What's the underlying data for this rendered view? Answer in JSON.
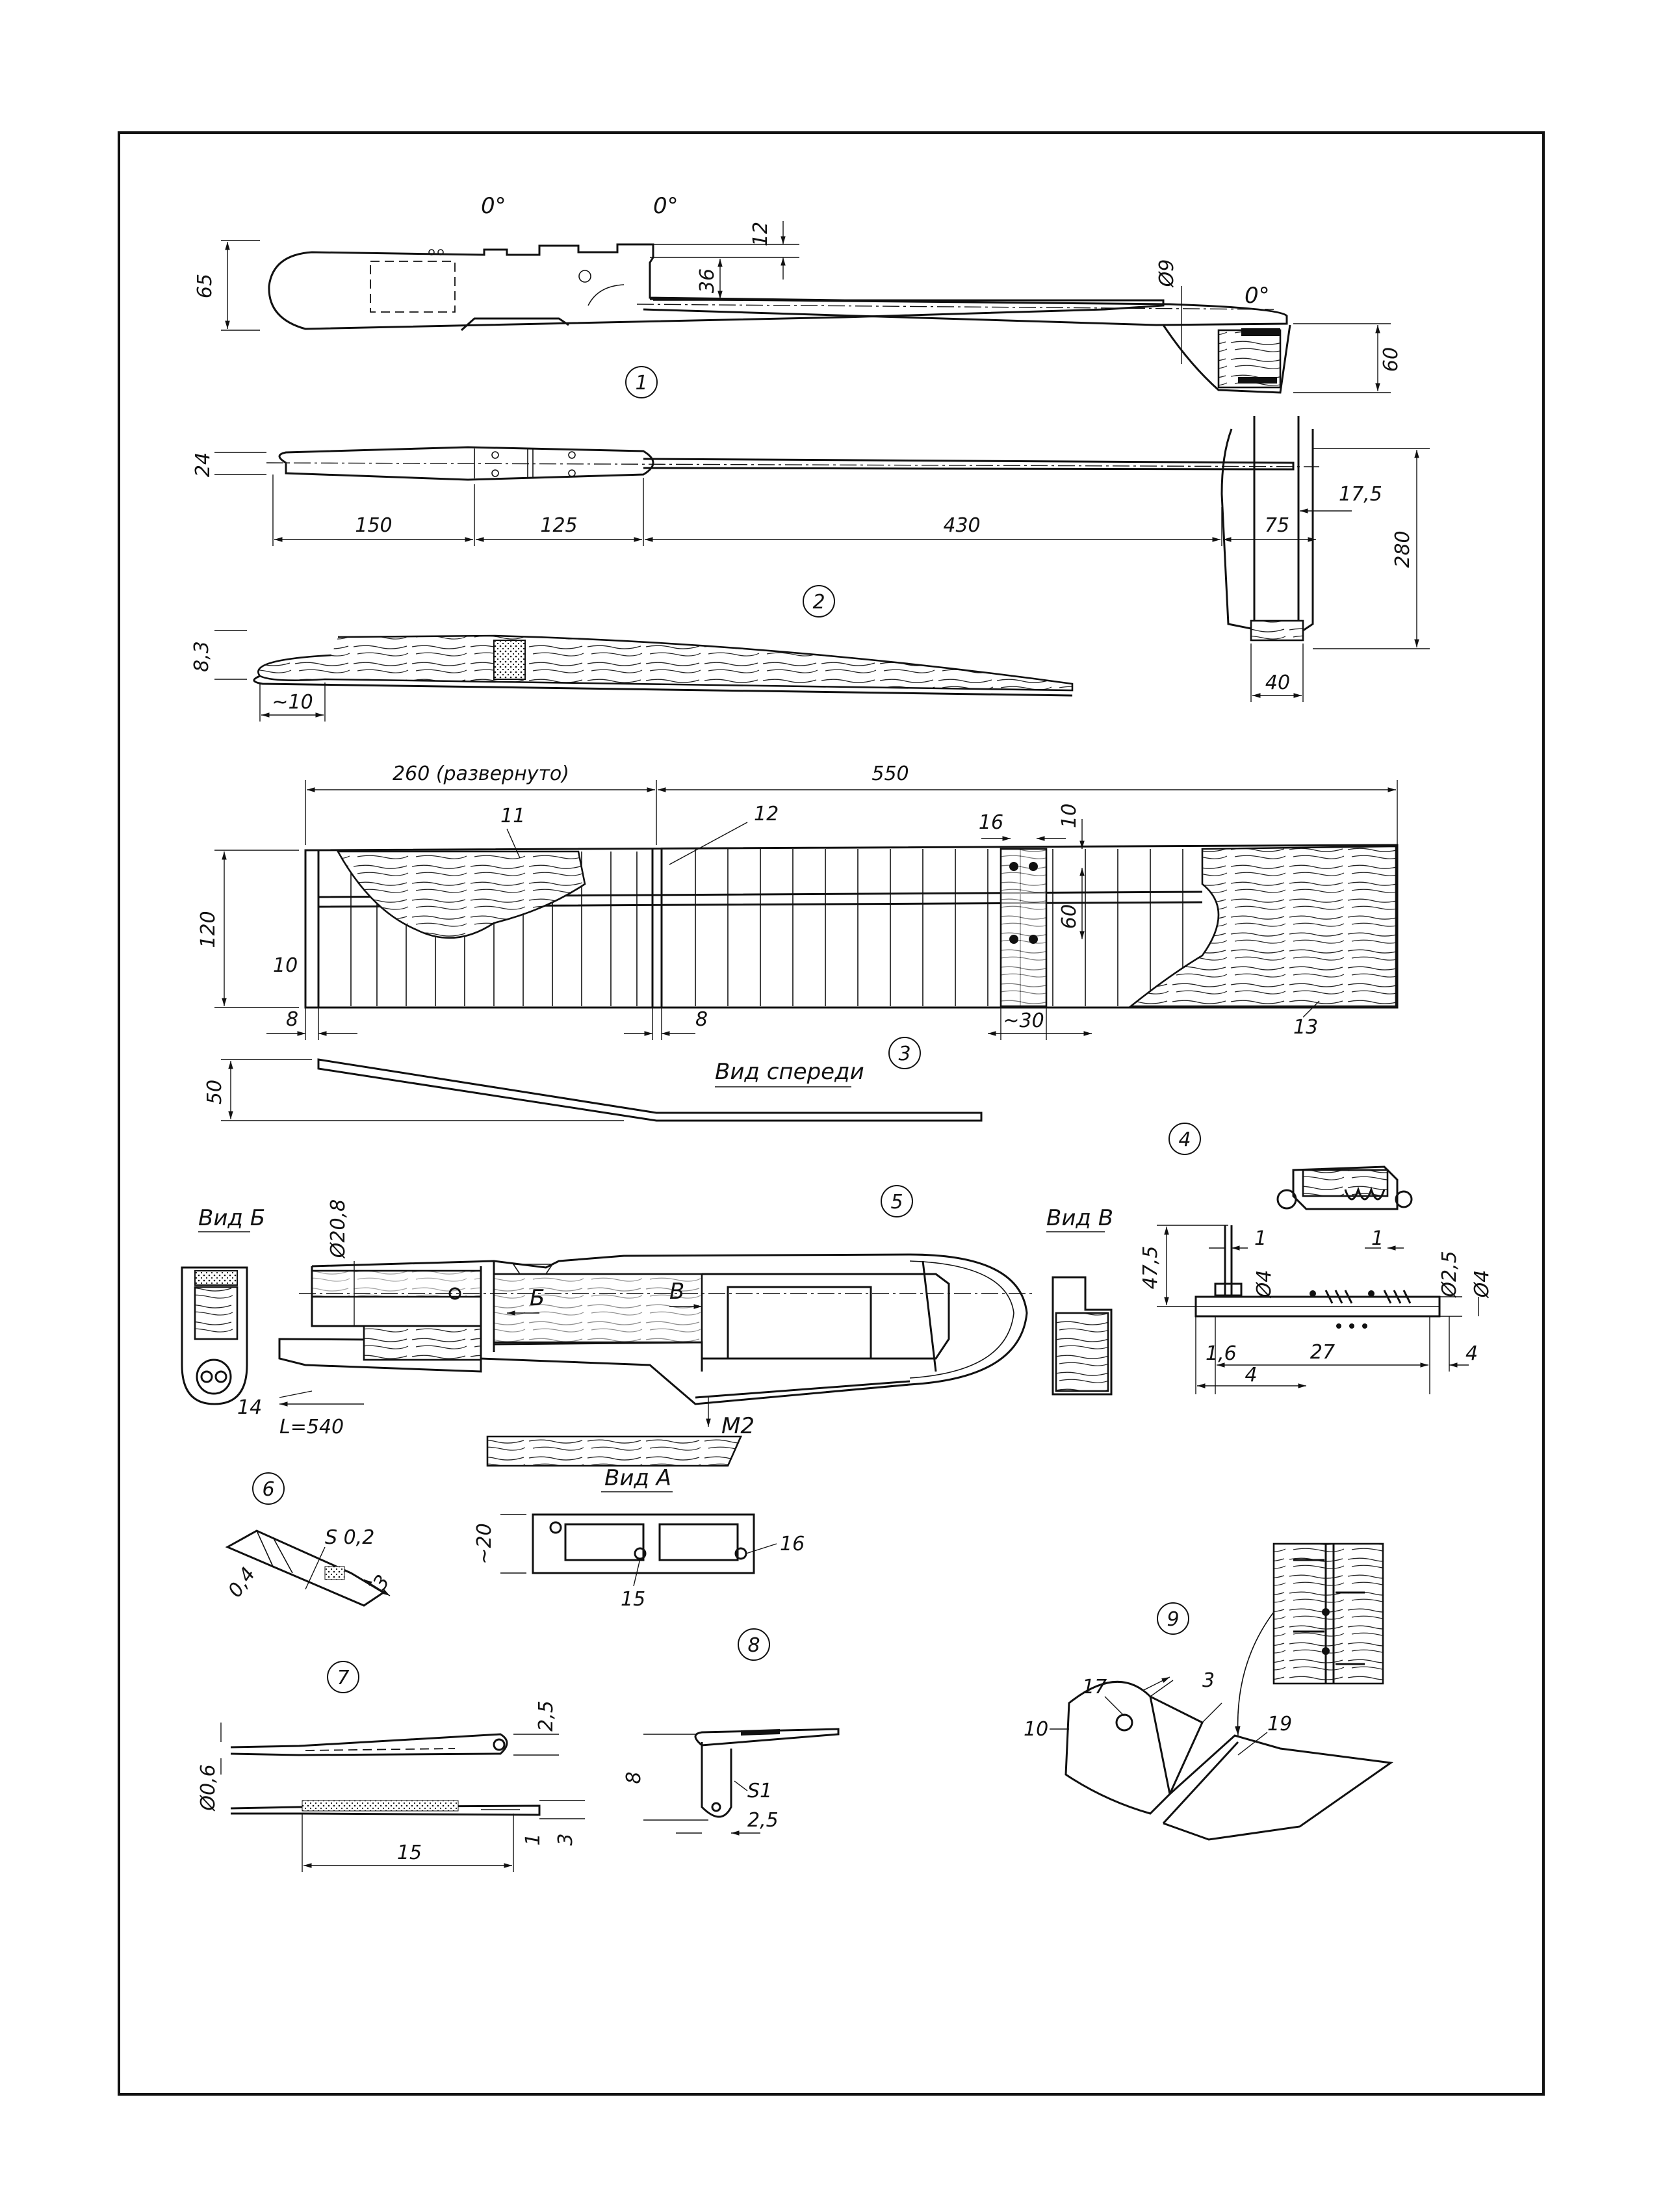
{
  "figures": [
    "1",
    "2",
    "3",
    "4",
    "5",
    "6",
    "7",
    "8",
    "9"
  ],
  "fig1": {
    "angle_wing": "0°",
    "angle_stab": "0°",
    "angle_tail": "0°",
    "dims": [
      "65",
      "12",
      "36",
      "Ø9",
      "60"
    ]
  },
  "fig2": {
    "dims": [
      "24",
      "150",
      "125",
      "430",
      "75",
      "17,5",
      "280",
      "40"
    ]
  },
  "fig_profile": {
    "dims": [
      "8,3",
      "~10"
    ]
  },
  "fig3": {
    "dims": [
      "260 (развернуто)",
      "550",
      "16",
      "10",
      "120",
      "10",
      "60",
      "8",
      "8",
      "~30"
    ],
    "callouts": [
      "11",
      "12",
      "13"
    ],
    "front_view_label": "Вид спереди",
    "front_view_dim": "50"
  },
  "fig4": {
    "dims": [
      "47,5",
      "1",
      "1",
      "Ø2,5",
      "Ø4",
      "Ø4",
      "1,6",
      "27",
      "4",
      "4"
    ]
  },
  "fig5": {
    "view_b_label": "Вид Б",
    "view_v_label": "Вид В",
    "dims": [
      "Ø20,8",
      "L=540"
    ],
    "section_marks": [
      "Б",
      "В"
    ],
    "callouts": [
      "14",
      "M2"
    ],
    "view_a_label": "Вид А",
    "view_a_dims": [
      "~20"
    ],
    "view_a_callouts": [
      "15",
      "16"
    ]
  },
  "fig6": {
    "dims": [
      "S 0,2",
      "0,4",
      "3"
    ]
  },
  "fig7": {
    "dims": [
      "2,5",
      "Ø0,6",
      "1",
      "3",
      "15"
    ]
  },
  "fig8": {
    "dims": [
      "8",
      "S1",
      "2,5"
    ]
  },
  "fig9": {
    "dims": [
      "3"
    ],
    "callouts": [
      "17",
      "10",
      "19"
    ]
  }
}
